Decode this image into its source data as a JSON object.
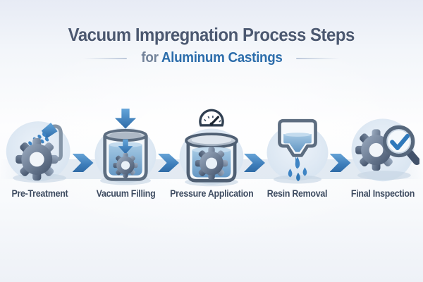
{
  "header": {
    "title": "Vacuum Impregnation Process Steps",
    "subtitle_prefix": "for",
    "subtitle_emphasis": "Aluminum Castings"
  },
  "steps": [
    {
      "label": "Pre-Treatment",
      "icon": "gear-spray-icon"
    },
    {
      "label": "Vacuum Filling",
      "icon": "vacuum-tank-fill-icon"
    },
    {
      "label": "Pressure Application",
      "icon": "pressure-tank-gauge-icon"
    },
    {
      "label": "Resin Removal",
      "icon": "hopper-drip-icon"
    },
    {
      "label": "Final Inspection",
      "icon": "gear-magnifier-check-icon"
    }
  ],
  "colors": {
    "title_text": "#4b5870",
    "label_text": "#3e4c61",
    "subtitle_blue": "#2c6dab",
    "arrow_blue": "#3d7dba",
    "gear_gray_dark": "#44546a",
    "gear_gray_light": "#9aaabf",
    "liquid_blue": "#6e9fc9",
    "halo_blue": "#dde9f4"
  }
}
